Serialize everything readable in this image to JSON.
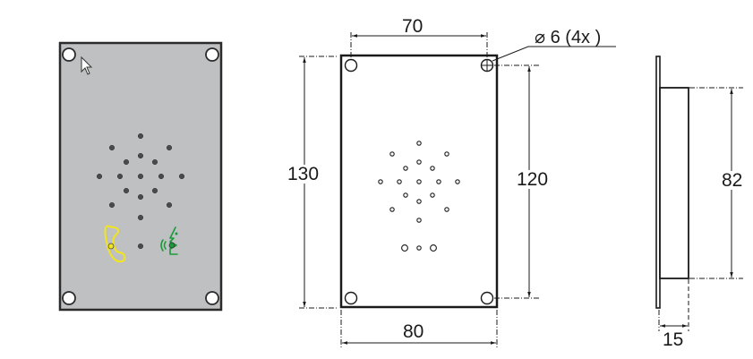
{
  "drawing": {
    "views": {
      "front_render": {
        "panel_color": "#bfc0c2",
        "border_color": "#2b2b2b",
        "hole_fill": "#ffffff",
        "speaker_dot_color": "#4a4a4a",
        "handset_icon_color": "#f3e51b",
        "voice_icon_color": "#1a9a3a"
      },
      "front_dimensioned": {
        "outline_color": "#1a1a1a"
      },
      "side": {
        "outline_color": "#1a1a1a"
      }
    },
    "dimensions": {
      "hole_spacing_width": "70",
      "hole_diameter": "⌀ 6  (4x )",
      "overall_height": "130",
      "hole_spacing_height": "120",
      "overall_width": "80",
      "box_height": "82",
      "depth": "15"
    },
    "icons": [
      "cursor-arrow-icon",
      "handset-icon",
      "voice-speaking-icon"
    ]
  }
}
